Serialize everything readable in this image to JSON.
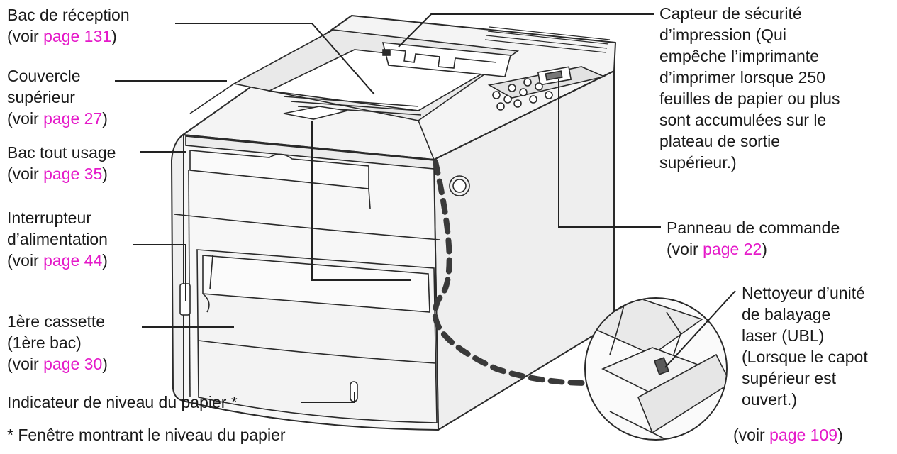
{
  "colors": {
    "text": "#1a1a1a",
    "link": "#e51ac9",
    "leader": "#222222",
    "dash": "#3a3a3a",
    "body": "#f1f1f1",
    "outline": "#2a2a2a"
  },
  "labels": {
    "bac_reception": {
      "lines": [
        "Bac de réception"
      ],
      "ref_prefix": "(voir ",
      "ref_link": "page 131",
      "ref_suffix": ")"
    },
    "couvercle": {
      "lines": [
        "Couvercle",
        "supérieur"
      ],
      "ref_prefix": "(voir ",
      "ref_link": "page 27",
      "ref_suffix": ")"
    },
    "bac_tout_usage": {
      "lines": [
        "Bac tout usage"
      ],
      "ref_prefix": "(voir ",
      "ref_link": "page 35",
      "ref_suffix": ")"
    },
    "interrupteur": {
      "lines": [
        "Interrupteur",
        "d’alimentation"
      ],
      "ref_prefix": "(voir ",
      "ref_link": "page 44",
      "ref_suffix": ")"
    },
    "cassette": {
      "lines": [
        "1ère cassette",
        "(1ère bac)"
      ],
      "ref_prefix": "(voir ",
      "ref_link": "page 30",
      "ref_suffix": ")"
    },
    "indicateur": {
      "lines": [
        "Indicateur de niveau du papier *"
      ]
    },
    "footnote": {
      "lines": [
        "* Fenêtre montrant le niveau du papier"
      ]
    },
    "capteur": {
      "lines": [
        "Capteur de sécurité",
        "d’impression (Qui",
        "empêche l’imprimante",
        "d’imprimer lorsque 250",
        "feuilles de papier ou plus",
        "sont accumulées sur le",
        "plateau de sortie",
        "supérieur.)"
      ]
    },
    "panneau": {
      "lines": [
        "Panneau de commande"
      ],
      "ref_prefix": "(voir ",
      "ref_link": "page 22",
      "ref_suffix": ")"
    },
    "nettoyeur": {
      "lines": [
        "Nettoyeur d’unité",
        "de balayage",
        "laser (UBL)",
        "(Lorsque le capot",
        "supérieur est",
        "ouvert.)"
      ],
      "ref_prefix": "(voir ",
      "ref_link": "page 109",
      "ref_suffix": ")"
    }
  }
}
